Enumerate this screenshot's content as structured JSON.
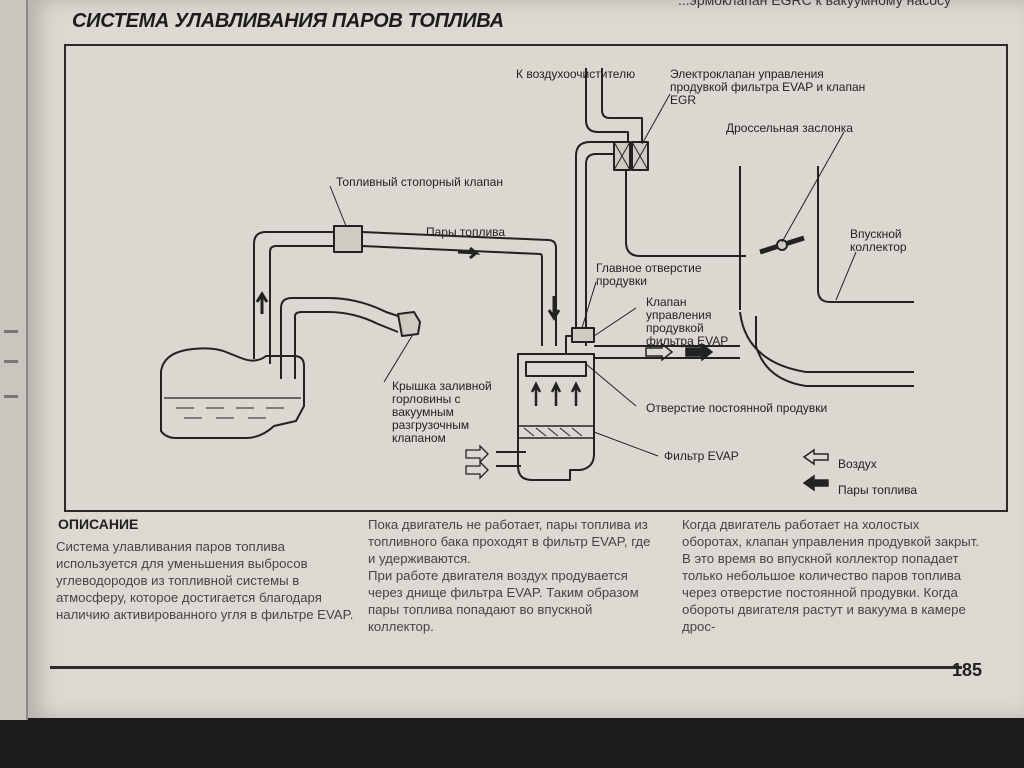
{
  "page": {
    "title": "СИСТЕМА УЛАВЛИВАНИЯ ПАРОВ ТОПЛИВА",
    "running_head": "...эрмоклапан EGRC к вакуумному насосу",
    "page_number": "185"
  },
  "diagram": {
    "labels": {
      "to_air_cleaner": "К воздухоочистителю",
      "solenoid": "Электроклапан управления продувкой фильтра EVAP и клапан EGR",
      "throttle": "Дроссельная заслонка",
      "intake_manifold": "Впускной коллектор",
      "fuel_stop_valve": "Топливный стопорный клапан",
      "fuel_vapor": "Пары топлива",
      "main_purge_orifice": "Главное отверстие продувки",
      "purge_control_valve": "Клапан управления продувкой фильтра EVAP",
      "filler_cap": "Крышка заливной горловины с вакуумным разгрузочным клапаном",
      "constant_purge_orifice": "Отверстие постоянной продувки",
      "evap_filter": "Фильтр EVAP",
      "legend_air": "Воздух",
      "legend_vapor": "Пары топлива"
    }
  },
  "description": {
    "heading": "ОПИСАНИЕ",
    "col1": "Система улавливания паров топлива используется для уменьшения выбросов углеводородов из топливной системы в атмосферу, которое достигается благодаря наличию активированного угля в фильтре EVAP.",
    "col2_p1": "Пока двигатель не работает, пары топлива из топливного бака проходят в фильтр EVAP, где и удерживаются.",
    "col2_p2": "При работе двигателя воздух продувается через днище фильтра EVAP. Таким образом пары топлива попадают во впускной коллектор.",
    "col3": "Когда двигатель работает на холостых оборотах, клапан управления продувкой закрыт. В это время во впускной коллектор попадает только небольшое количество паров топлива через отверстие постоянной продувки. Когда обороты двигателя растут и вакуума в камере дрос-"
  }
}
